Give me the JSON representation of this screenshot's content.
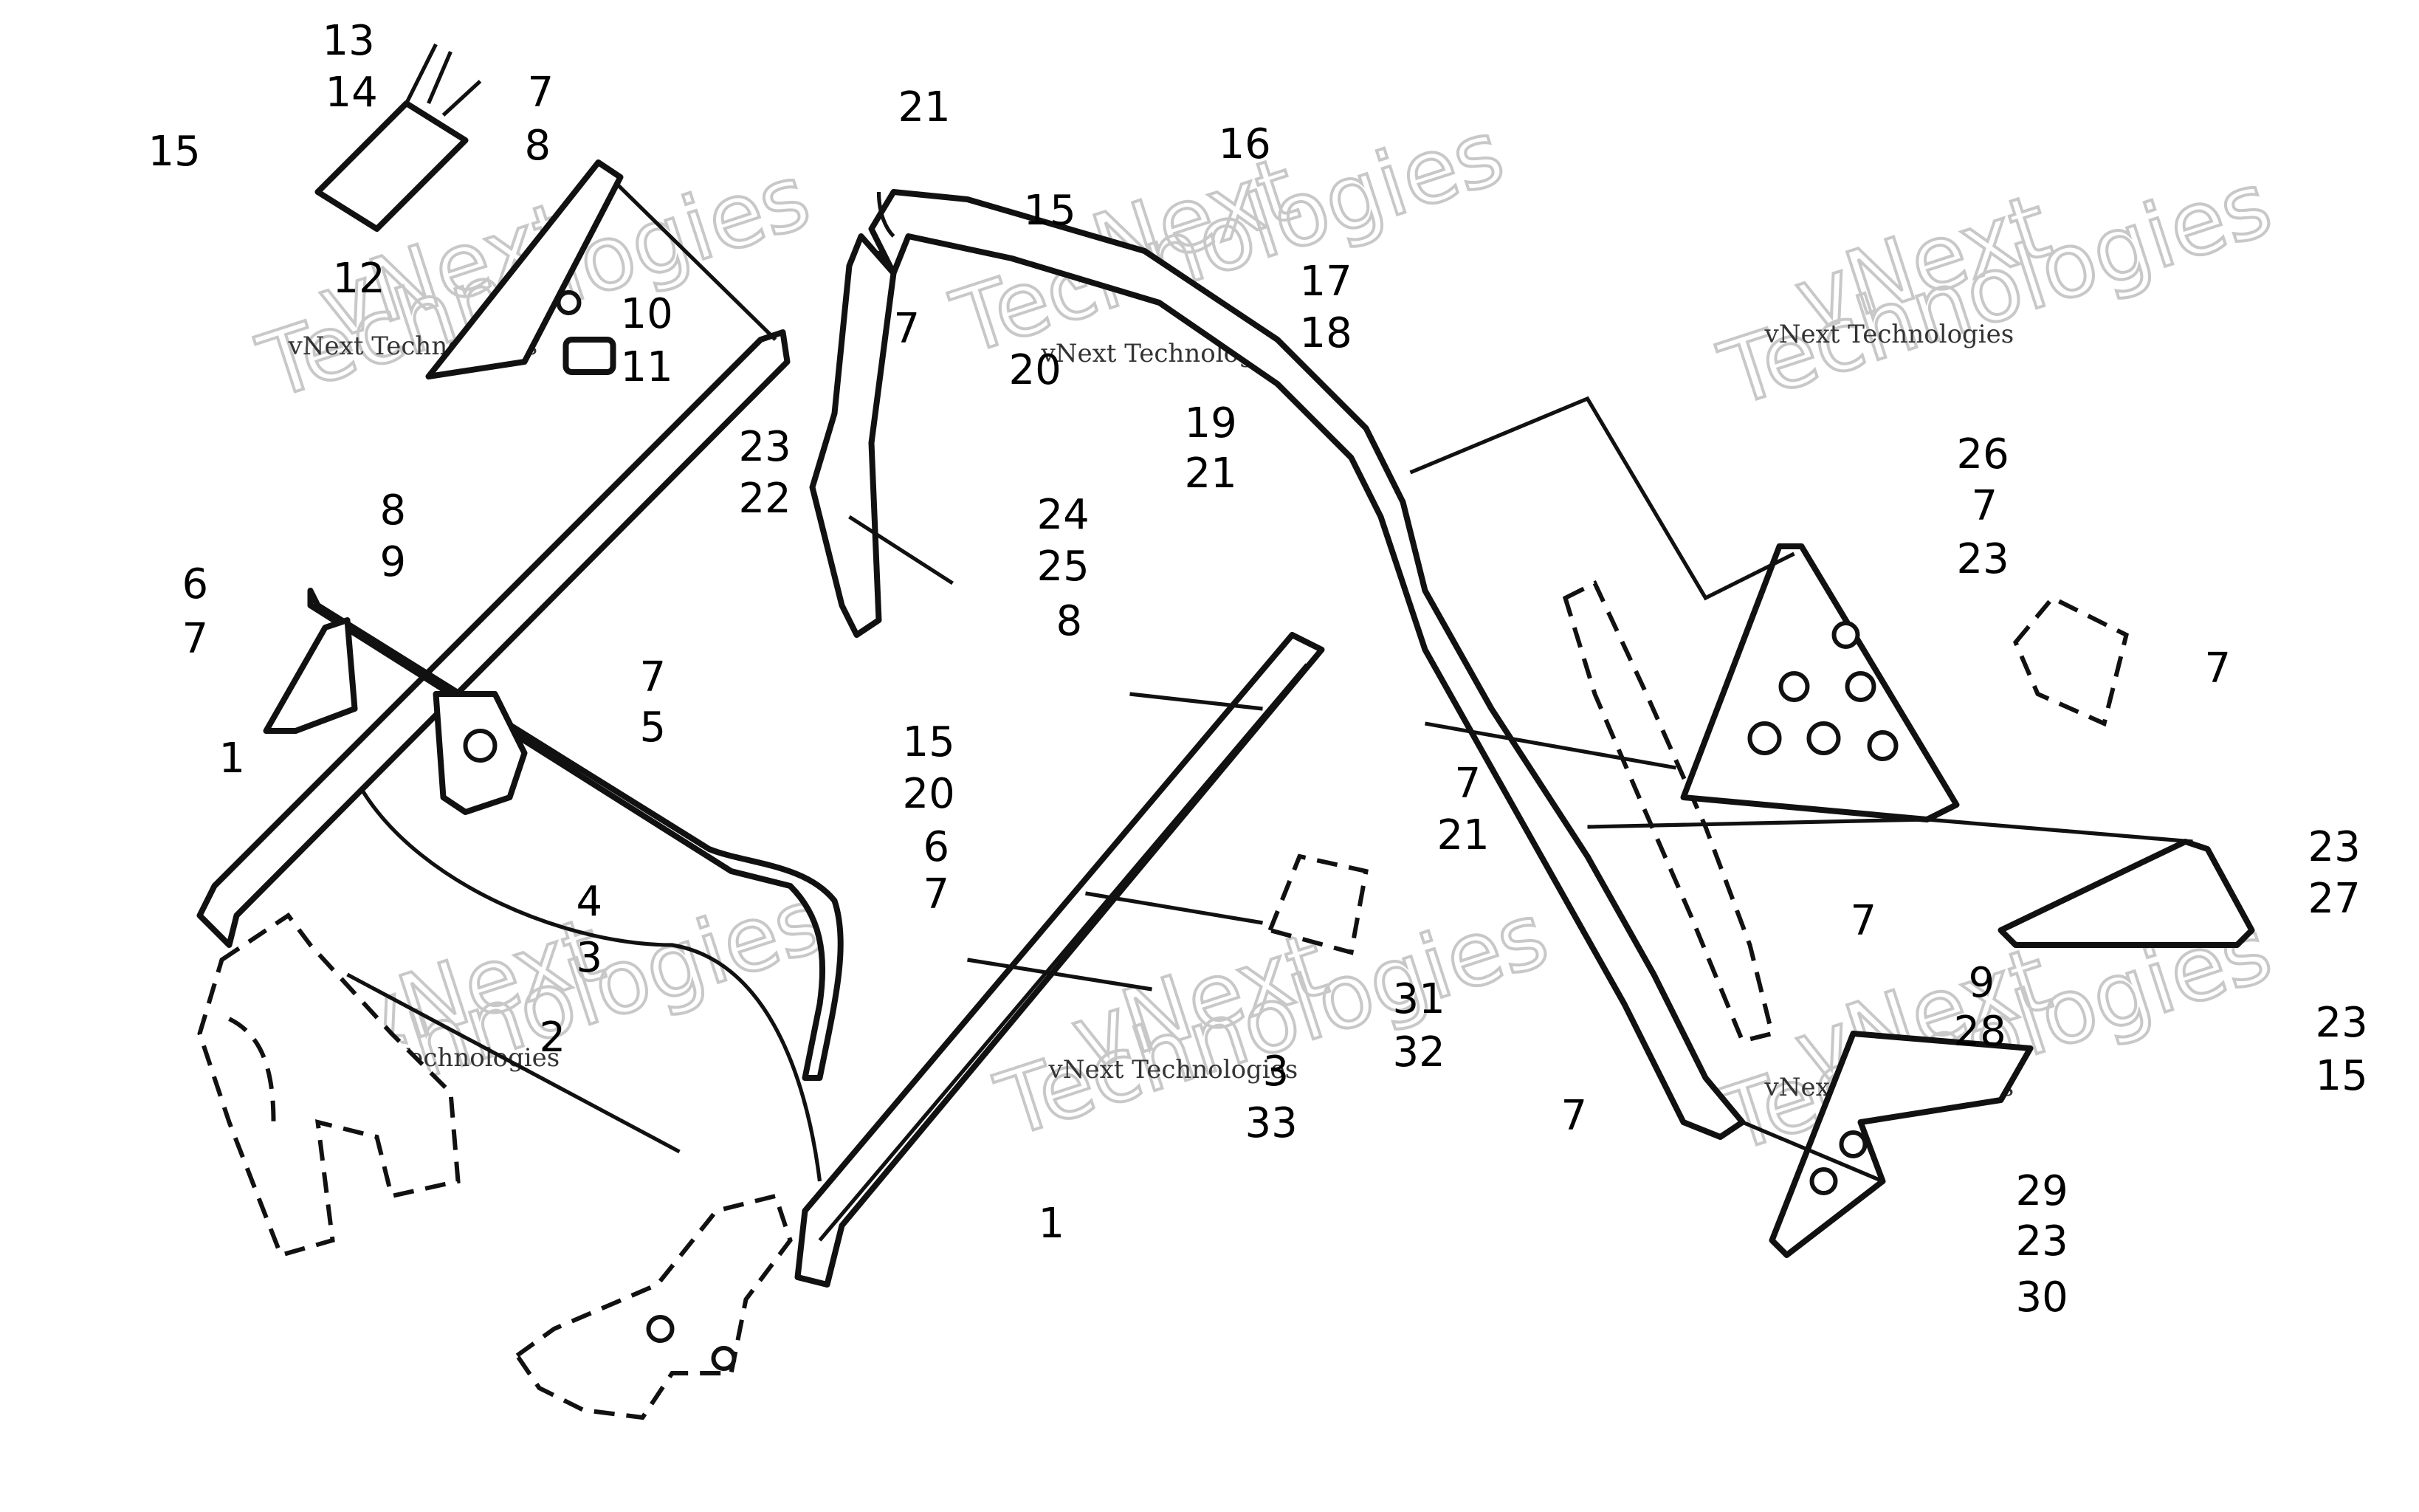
{
  "diagram": {
    "callouts": [
      {
        "id": "c1",
        "label": "13"
      },
      {
        "id": "c2",
        "label": "14"
      },
      {
        "id": "c3",
        "label": "15"
      },
      {
        "id": "c4",
        "label": "7"
      },
      {
        "id": "c5",
        "label": "8"
      },
      {
        "id": "c6",
        "label": "12"
      },
      {
        "id": "c7",
        "label": "10"
      },
      {
        "id": "c8",
        "label": "11"
      },
      {
        "id": "c9",
        "label": "21"
      },
      {
        "id": "c10",
        "label": "16"
      },
      {
        "id": "c11",
        "label": "15"
      },
      {
        "id": "c12",
        "label": "17"
      },
      {
        "id": "c13",
        "label": "18"
      },
      {
        "id": "c14",
        "label": "7"
      },
      {
        "id": "c15",
        "label": "20"
      },
      {
        "id": "c16",
        "label": "19"
      },
      {
        "id": "c17",
        "label": "23"
      },
      {
        "id": "c18",
        "label": "22"
      },
      {
        "id": "c19",
        "label": "21"
      },
      {
        "id": "c20",
        "label": "24"
      },
      {
        "id": "c21",
        "label": "25"
      },
      {
        "id": "c22",
        "label": "8"
      },
      {
        "id": "c23",
        "label": "9"
      },
      {
        "id": "c24",
        "label": "6"
      },
      {
        "id": "c25",
        "label": "7"
      },
      {
        "id": "c26",
        "label": "7"
      },
      {
        "id": "c27",
        "label": "5"
      },
      {
        "id": "c28",
        "label": "1"
      },
      {
        "id": "c29",
        "label": "4"
      },
      {
        "id": "c30",
        "label": "3"
      },
      {
        "id": "c31",
        "label": "6"
      },
      {
        "id": "c32",
        "label": "2"
      },
      {
        "id": "c33",
        "label": "8"
      },
      {
        "id": "c34",
        "label": "15"
      },
      {
        "id": "c35",
        "label": "20"
      },
      {
        "id": "c36",
        "label": "7"
      },
      {
        "id": "c37",
        "label": "31"
      },
      {
        "id": "c38",
        "label": "32"
      },
      {
        "id": "c39",
        "label": "3"
      },
      {
        "id": "c40",
        "label": "33"
      },
      {
        "id": "c41",
        "label": "1"
      },
      {
        "id": "c42",
        "label": "26"
      },
      {
        "id": "c43",
        "label": "7"
      },
      {
        "id": "c44",
        "label": "23"
      },
      {
        "id": "c45",
        "label": "7"
      },
      {
        "id": "c46",
        "label": "7"
      },
      {
        "id": "c47",
        "label": "21"
      },
      {
        "id": "c48",
        "label": "23"
      },
      {
        "id": "c49",
        "label": "27"
      },
      {
        "id": "c50",
        "label": "7"
      },
      {
        "id": "c51",
        "label": "9"
      },
      {
        "id": "c52",
        "label": "28"
      },
      {
        "id": "c53",
        "label": "23"
      },
      {
        "id": "c54",
        "label": "15"
      },
      {
        "id": "c55",
        "label": "7"
      },
      {
        "id": "c56",
        "label": "29"
      },
      {
        "id": "c57",
        "label": "23"
      },
      {
        "id": "c58",
        "label": "30"
      }
    ],
    "watermarks": {
      "small_text": "vNext Technologies",
      "big_line1": "vNext",
      "big_line2": "Technologies"
    }
  }
}
